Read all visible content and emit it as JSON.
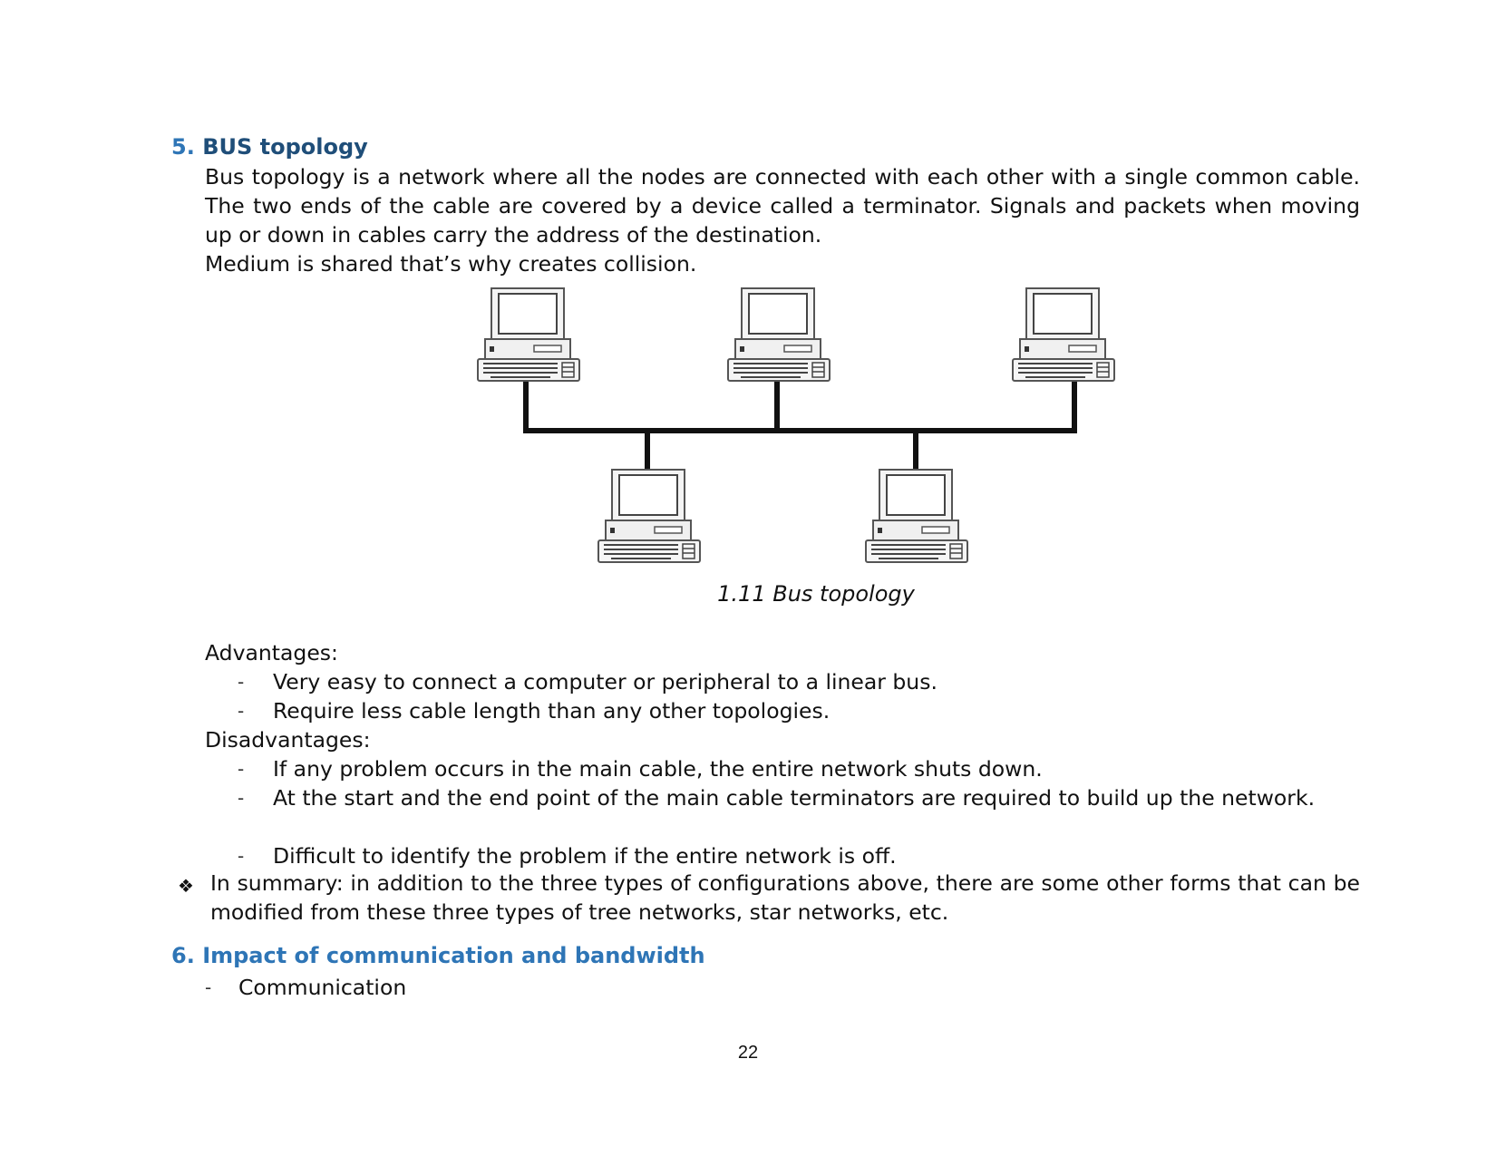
{
  "section5": {
    "number": "5.",
    "title": "BUS topology",
    "paragraph1": "Bus topology is a network where all the nodes are connected with each other with a single common cable. The two ends of the cable are covered by a device called a terminator. Signals and packets when moving up or down in cables carry the address of the destination.",
    "paragraph2": "Medium is shared that’s why creates collision."
  },
  "figure": {
    "caption": "1.11 Bus topology"
  },
  "advantages": {
    "label": "Advantages:",
    "items": [
      "Very easy to connect a computer or peripheral to a linear bus.",
      "Require less cable length than any other topologies."
    ]
  },
  "disadvantages": {
    "label": "Disadvantages:",
    "items": [
      "If any problem occurs in the main cable, the entire network shuts down.",
      "At the start and the end point of the main cable terminators are required to build up the network.",
      "Difficult to identify the problem if the entire network is off."
    ]
  },
  "summary": {
    "bullet": "❖",
    "text": "In summary: in addition to the three types of configurations above, there are some other forms that can be modified from these three types of tree networks, star networks, etc."
  },
  "section6": {
    "number": "6.",
    "title": "Impact of communication and bandwidth",
    "items": [
      "Communication"
    ]
  },
  "list_dash": "-",
  "page_number": "22"
}
